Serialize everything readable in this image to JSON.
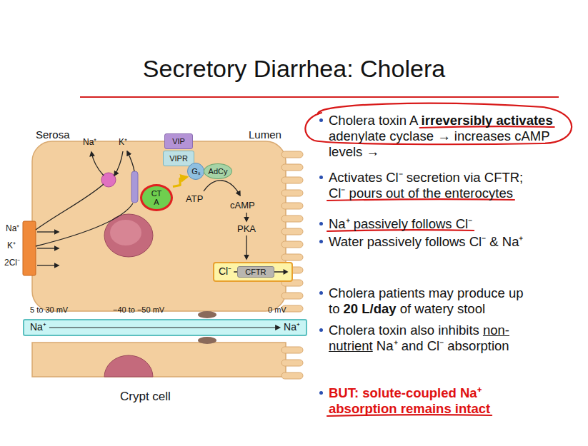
{
  "diagram": {
    "title": "Secretory Diarrhea: Cholera",
    "nodes": [
      {
        "text": [
          "VIP"
        ]
      },
      {
        "text": [
          "VIPR"
        ]
      },
      {
        "text": [
          "Gₛ"
        ]
      },
      {
        "text": [
          "AdCy"
        ]
      },
      {
        "text": [
          "CT A"
        ]
      },
      {
        "text": [
          "Cl⁻"
        ]
      },
      {
        "text": [
          "CFTR"
        ],
        "in": 5
      },
      {
        "text": [
          "Na⁺",
          "Na⁺"
        ]
      }
    ],
    "edges": [
      {
        "from": 4,
        "to": 2,
        "arrow": "to"
      }
    ],
    "labels": [
      "Serosa",
      "Lumen",
      "Na⁺",
      "K⁺",
      "ATP",
      "cAMP",
      "PKA",
      "Na⁺",
      "K⁺",
      "2Cl⁻",
      "5 to 30 mV",
      "−40 to −50 mV",
      "0 mV",
      "Crypt cell",
      "Cholera toxin A",
      "irreversibly activates",
      "adenylate cyclase → increases cAMP levels →",
      "Activates Cl⁻ secretion via CFTR; Cl⁻ pours out of the enterocytes",
      "Na⁺ passively follows Cl⁻",
      "Water passively follows Cl⁻ & Na⁺",
      "Cholera patients may produce up to",
      "20 L/day",
      "of watery stool",
      "Cholera toxin also inhibits",
      "non-nutrient",
      "Na⁺ and Cl⁻ absorption",
      "BUT: solute-coupled Na⁺ absorption remains intact"
    ]
  }
}
